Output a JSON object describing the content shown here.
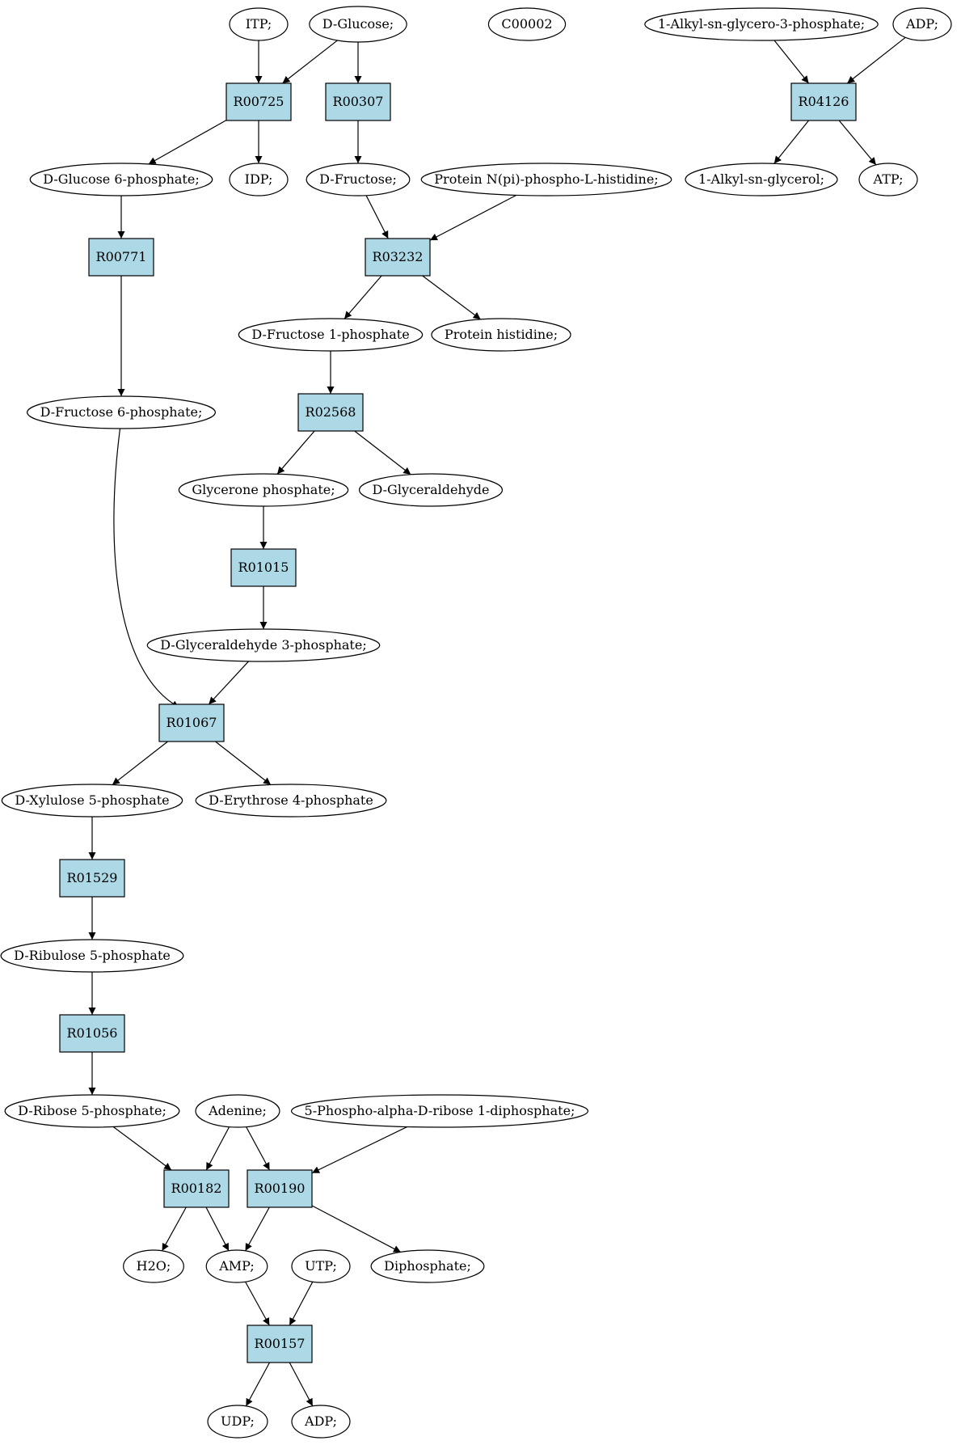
{
  "colors": {
    "reaction_fill": "#add8e6",
    "metabolite_fill": "#ffffff",
    "start_fill": "#00ff00",
    "target_fill": "#ffff00",
    "stroke": "#000000"
  },
  "nodes": [
    {
      "id": "itp",
      "label": "ITP;",
      "kind": "metabolite"
    },
    {
      "id": "dglucose",
      "label": "D-Glucose;",
      "kind": "start"
    },
    {
      "id": "c00002",
      "label": "C00002",
      "kind": "target"
    },
    {
      "id": "alkylg3p",
      "label": "1-Alkyl-sn-glycero-3-phosphate;",
      "kind": "metabolite"
    },
    {
      "id": "adp_top",
      "label": "ADP;",
      "kind": "metabolite"
    },
    {
      "id": "r00725",
      "label": "R00725",
      "kind": "reaction"
    },
    {
      "id": "r00307",
      "label": "R00307",
      "kind": "reaction"
    },
    {
      "id": "r04126",
      "label": "R04126",
      "kind": "reaction"
    },
    {
      "id": "g6p",
      "label": "D-Glucose 6-phosphate;",
      "kind": "metabolite"
    },
    {
      "id": "idp",
      "label": "IDP;",
      "kind": "metabolite"
    },
    {
      "id": "dfructose",
      "label": "D-Fructose;",
      "kind": "metabolite"
    },
    {
      "id": "protnphis",
      "label": "Protein N(pi)-phospho-L-histidine;",
      "kind": "metabolite"
    },
    {
      "id": "alkylglycerol",
      "label": "1-Alkyl-sn-glycerol;",
      "kind": "metabolite"
    },
    {
      "id": "atp",
      "label": "ATP;",
      "kind": "metabolite"
    },
    {
      "id": "r00771",
      "label": "R00771",
      "kind": "reaction"
    },
    {
      "id": "r03232",
      "label": "R03232",
      "kind": "reaction"
    },
    {
      "id": "f1p",
      "label": "D-Fructose 1-phosphate",
      "kind": "metabolite"
    },
    {
      "id": "prothis",
      "label": "Protein histidine;",
      "kind": "metabolite"
    },
    {
      "id": "f6p",
      "label": "D-Fructose 6-phosphate;",
      "kind": "metabolite"
    },
    {
      "id": "r02568",
      "label": "R02568",
      "kind": "reaction"
    },
    {
      "id": "dhap",
      "label": "Glycerone phosphate;",
      "kind": "metabolite"
    },
    {
      "id": "dglyceraldehyde",
      "label": "D-Glyceraldehyde",
      "kind": "metabolite"
    },
    {
      "id": "r01015",
      "label": "R01015",
      "kind": "reaction"
    },
    {
      "id": "g3p",
      "label": "D-Glyceraldehyde 3-phosphate;",
      "kind": "metabolite"
    },
    {
      "id": "r01067",
      "label": "R01067",
      "kind": "reaction"
    },
    {
      "id": "x5p",
      "label": "D-Xylulose 5-phosphate",
      "kind": "metabolite"
    },
    {
      "id": "e4p",
      "label": "D-Erythrose 4-phosphate",
      "kind": "metabolite"
    },
    {
      "id": "r01529",
      "label": "R01529",
      "kind": "reaction"
    },
    {
      "id": "ru5p",
      "label": "D-Ribulose 5-phosphate",
      "kind": "metabolite"
    },
    {
      "id": "r01056",
      "label": "R01056",
      "kind": "reaction"
    },
    {
      "id": "r5p",
      "label": "D-Ribose 5-phosphate;",
      "kind": "metabolite"
    },
    {
      "id": "adenine",
      "label": "Adenine;",
      "kind": "metabolite"
    },
    {
      "id": "prpp",
      "label": "5-Phospho-alpha-D-ribose 1-diphosphate;",
      "kind": "metabolite"
    },
    {
      "id": "r00182",
      "label": "R00182",
      "kind": "reaction"
    },
    {
      "id": "r00190",
      "label": "R00190",
      "kind": "reaction"
    },
    {
      "id": "h2o",
      "label": "H2O;",
      "kind": "metabolite"
    },
    {
      "id": "amp",
      "label": "AMP;",
      "kind": "metabolite"
    },
    {
      "id": "utp",
      "label": "UTP;",
      "kind": "metabolite"
    },
    {
      "id": "diphosphate",
      "label": "Diphosphate;",
      "kind": "metabolite"
    },
    {
      "id": "r00157",
      "label": "R00157",
      "kind": "reaction"
    },
    {
      "id": "udp",
      "label": "UDP;",
      "kind": "metabolite"
    },
    {
      "id": "adp_bottom",
      "label": "ADP;",
      "kind": "metabolite"
    }
  ],
  "edges": [
    {
      "from": "itp",
      "to": "r00725"
    },
    {
      "from": "dglucose",
      "to": "r00725"
    },
    {
      "from": "dglucose",
      "to": "r00307"
    },
    {
      "from": "alkylg3p",
      "to": "r04126"
    },
    {
      "from": "adp_top",
      "to": "r04126"
    },
    {
      "from": "r00725",
      "to": "g6p"
    },
    {
      "from": "r00725",
      "to": "idp"
    },
    {
      "from": "r00307",
      "to": "dfructose"
    },
    {
      "from": "r04126",
      "to": "alkylglycerol"
    },
    {
      "from": "r04126",
      "to": "atp"
    },
    {
      "from": "g6p",
      "to": "r00771"
    },
    {
      "from": "dfructose",
      "to": "r03232"
    },
    {
      "from": "protnphis",
      "to": "r03232"
    },
    {
      "from": "r00771",
      "to": "f6p"
    },
    {
      "from": "r03232",
      "to": "f1p"
    },
    {
      "from": "r03232",
      "to": "prothis"
    },
    {
      "from": "f1p",
      "to": "r02568"
    },
    {
      "from": "r02568",
      "to": "dhap"
    },
    {
      "from": "r02568",
      "to": "dglyceraldehyde"
    },
    {
      "from": "dhap",
      "to": "r01015"
    },
    {
      "from": "r01015",
      "to": "g3p"
    },
    {
      "from": "f6p",
      "to": "r01067"
    },
    {
      "from": "g3p",
      "to": "r01067"
    },
    {
      "from": "r01067",
      "to": "x5p"
    },
    {
      "from": "r01067",
      "to": "e4p"
    },
    {
      "from": "x5p",
      "to": "r01529"
    },
    {
      "from": "r01529",
      "to": "ru5p"
    },
    {
      "from": "ru5p",
      "to": "r01056"
    },
    {
      "from": "r01056",
      "to": "r5p"
    },
    {
      "from": "r5p",
      "to": "r00182"
    },
    {
      "from": "adenine",
      "to": "r00182"
    },
    {
      "from": "adenine",
      "to": "r00190"
    },
    {
      "from": "prpp",
      "to": "r00190"
    },
    {
      "from": "r00182",
      "to": "h2o"
    },
    {
      "from": "r00182",
      "to": "amp"
    },
    {
      "from": "r00190",
      "to": "amp"
    },
    {
      "from": "r00190",
      "to": "diphosphate"
    },
    {
      "from": "amp",
      "to": "r00157"
    },
    {
      "from": "utp",
      "to": "r00157"
    },
    {
      "from": "r00157",
      "to": "udp"
    },
    {
      "from": "r00157",
      "to": "adp_bottom"
    }
  ]
}
